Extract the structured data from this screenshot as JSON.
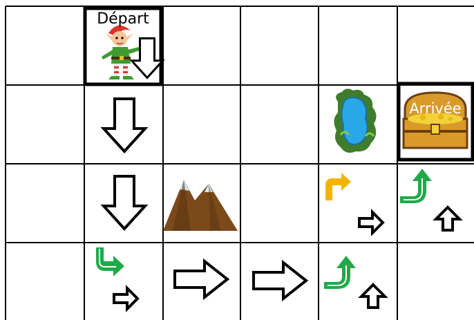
{
  "board": {
    "start_label": "Départ",
    "goal_label": "Arrivée",
    "colors": {
      "grid": "#000000",
      "arrow_outline": "#000000",
      "turn_green": "#1faa4a",
      "turn_yellow": "#f3b400",
      "mountain_brown": "#7b4a1a",
      "water_blue": "#2aa7e6",
      "chest_gold": "#d99a2b"
    },
    "cells": [
      {
        "row": 0,
        "col": 1,
        "content": "start",
        "icon": "elf-character-icon"
      },
      {
        "row": 0,
        "col": 1,
        "content": "arrow-down"
      },
      {
        "row": 1,
        "col": 1,
        "content": "arrow-down"
      },
      {
        "row": 1,
        "col": 4,
        "content": "obstacle",
        "icon": "lake-icon"
      },
      {
        "row": 1,
        "col": 5,
        "content": "goal",
        "icon": "treasure-chest-icon"
      },
      {
        "row": 2,
        "col": 1,
        "content": "arrow-down"
      },
      {
        "row": 2,
        "col": 2,
        "content": "obstacle",
        "icon": "mountain-icon"
      },
      {
        "row": 2,
        "col": 4,
        "content": "turn-right-yellow",
        "icon": "turn-right-icon"
      },
      {
        "row": 2,
        "col": 4,
        "content": "arrow-right-small"
      },
      {
        "row": 2,
        "col": 5,
        "content": "turn-up-green",
        "icon": "turn-up-icon"
      },
      {
        "row": 2,
        "col": 5,
        "content": "arrow-up-small"
      },
      {
        "row": 3,
        "col": 1,
        "content": "turn-right-green",
        "icon": "turn-down-right-icon"
      },
      {
        "row": 3,
        "col": 1,
        "content": "arrow-right-small"
      },
      {
        "row": 3,
        "col": 2,
        "content": "arrow-right"
      },
      {
        "row": 3,
        "col": 3,
        "content": "arrow-right"
      },
      {
        "row": 3,
        "col": 4,
        "content": "turn-up-green",
        "icon": "turn-up-icon"
      },
      {
        "row": 3,
        "col": 4,
        "content": "arrow-up-small"
      }
    ]
  }
}
